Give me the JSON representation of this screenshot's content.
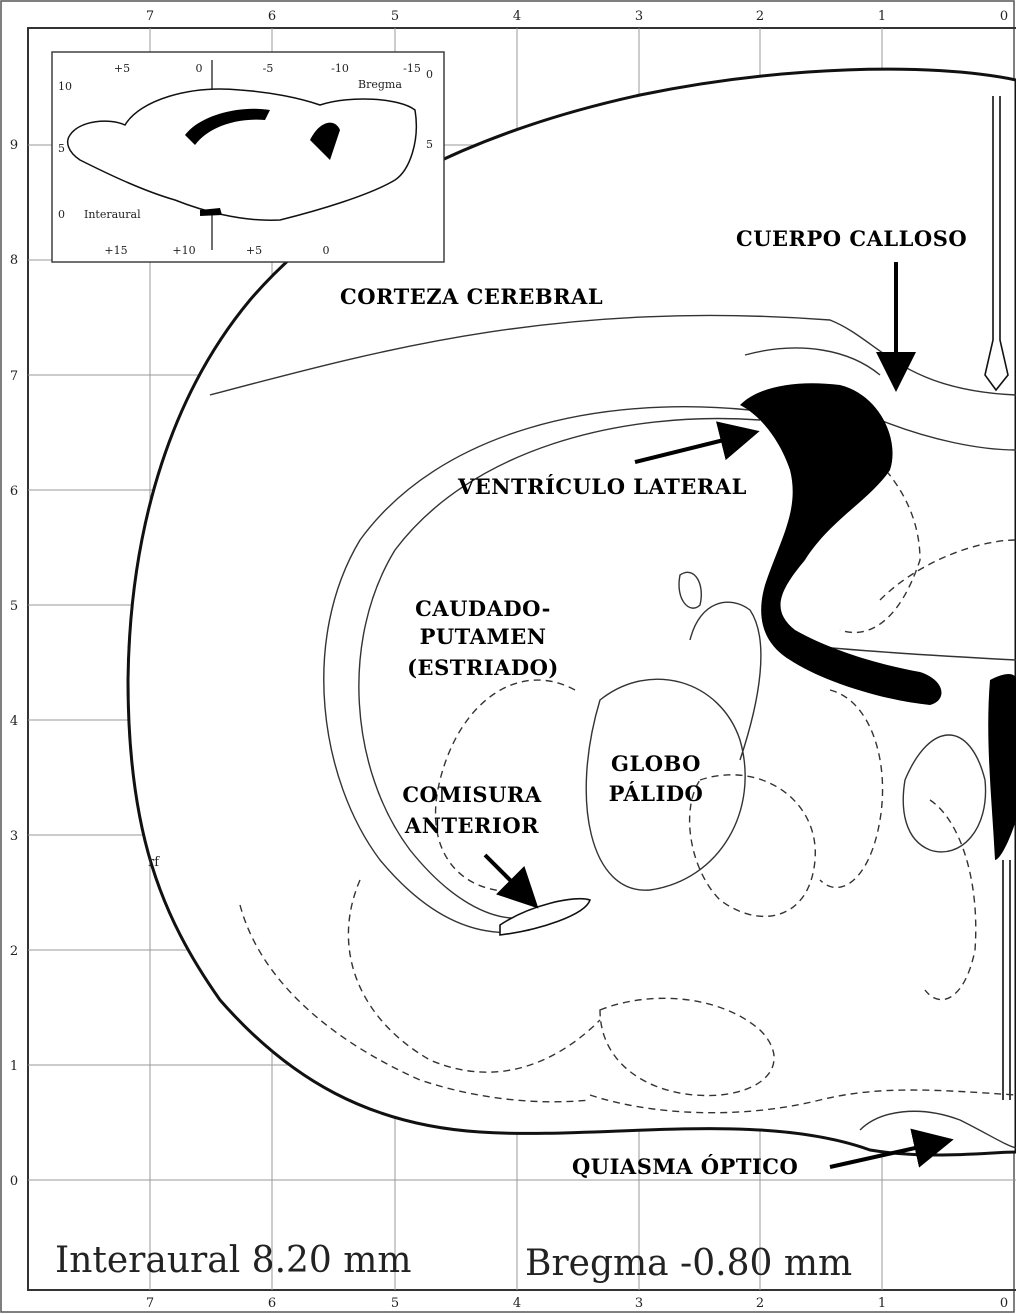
{
  "figure": {
    "labels": {
      "cortex": "CORTEZA CEREBRAL",
      "corpus_callosum": "CUERPO CALLOSO",
      "lateral_ventricle": "VENTRÍCULO LATERAL",
      "caudate_1": "CAUDADO-",
      "caudate_2": "PUTAMEN",
      "caudate_3": "(ESTRIADO)",
      "globus_1": "GLOBO",
      "globus_2": "PÁLIDO",
      "commissure_1": "COMISURA",
      "commissure_2": "ANTERIOR",
      "chiasm": "QUIASMA ÓPTICO",
      "rf": "rf"
    },
    "footer": {
      "interaural": "Interaural 8.20 mm",
      "bregma": "Bregma -0.80 mm"
    }
  },
  "axes": {
    "top_ticks": [
      "7",
      "6",
      "5",
      "4",
      "3",
      "2",
      "1",
      "0"
    ],
    "bottom_ticks": [
      "7",
      "6",
      "5",
      "4",
      "3",
      "2",
      "1",
      "0"
    ],
    "left_ticks": [
      "9",
      "8",
      "7",
      "6",
      "5",
      "4",
      "3",
      "2",
      "1",
      "0"
    ]
  },
  "inset": {
    "top_ticks": [
      "+5",
      "0",
      "-5",
      "-10",
      "-15"
    ],
    "bottom_ticks": [
      "+15",
      "+10",
      "+5",
      "0"
    ],
    "left_ticks": [
      "10",
      "5",
      "0"
    ],
    "right_ticks": [
      "0",
      "5"
    ],
    "bregma": "Bregma",
    "interaural": "Interaural"
  }
}
